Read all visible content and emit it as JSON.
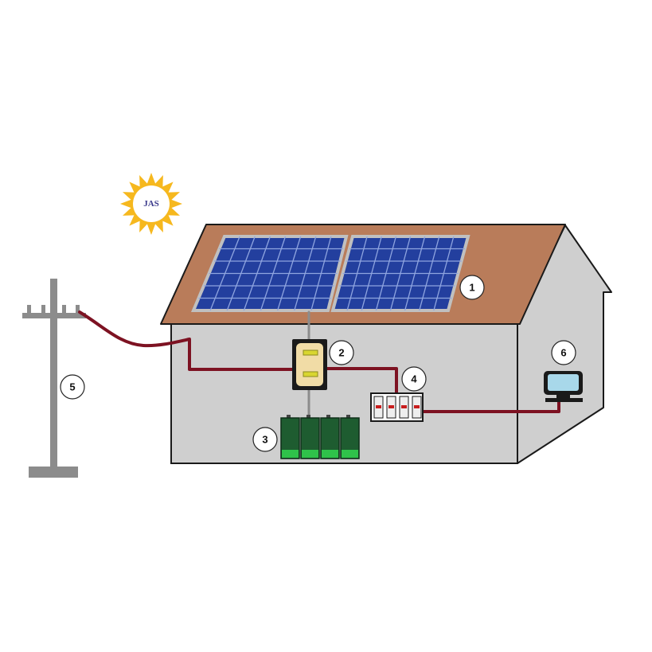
{
  "logo": {
    "text": "JAS",
    "text_color": "#3b3a8c",
    "sun_color": "#f6b81e"
  },
  "colors": {
    "roof": "#b97c5a",
    "wall": "#cfcfcf",
    "outline": "#1a1a1a",
    "panel": "#233f9e",
    "panel_grid": "#8fa5e0",
    "panel_frame": "#c0c0c0",
    "cable": "#7d1222",
    "pole": "#8c8c8c",
    "battery": "#1e5c30",
    "battery_band": "#2fc24a",
    "inverter": "#f1dca6",
    "inverter_slot": "#d9d630",
    "monitor_screen": "#a8d8ea"
  },
  "labels": [
    {
      "id": "solar-panels",
      "text": "1"
    },
    {
      "id": "inverter",
      "text": "2"
    },
    {
      "id": "batteries",
      "text": "3"
    },
    {
      "id": "breaker-box",
      "text": "4"
    },
    {
      "id": "utility-pole",
      "text": "5"
    },
    {
      "id": "appliance-monitor",
      "text": "6"
    }
  ]
}
